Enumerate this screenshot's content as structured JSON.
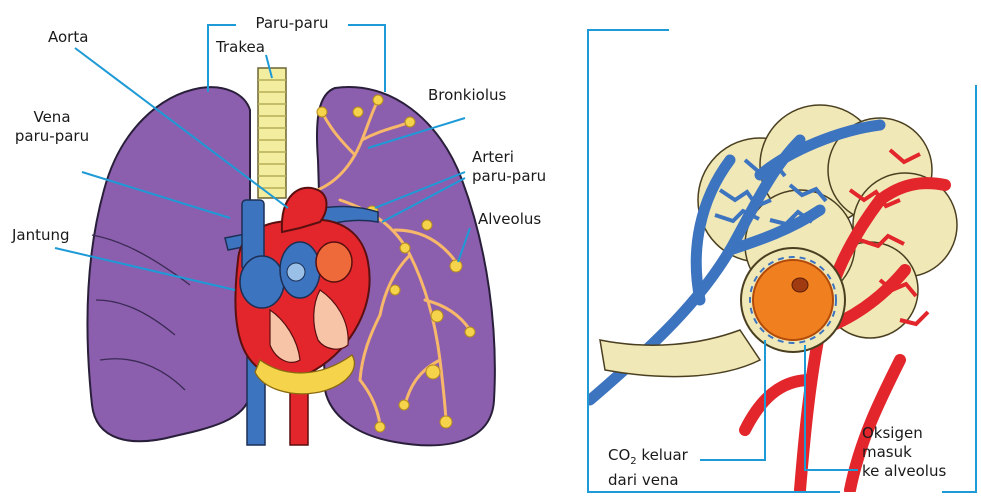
{
  "labels": {
    "paru_paru": "Paru-paru",
    "aorta": "Aorta",
    "trakea": "Trakea",
    "bronkiolus": "Bronkiolus",
    "vena_line1": "Vena",
    "vena_line2": "paru-paru",
    "arteri_line1": "Arteri",
    "arteri_line2": "paru-paru",
    "alveolus": "Alveolus",
    "jantung": "Jantung",
    "co2_prefix": "CO",
    "co2_sub": "2",
    "co2_rest": " keluar",
    "co2_line2": "dari vena",
    "oksigen_line1": "Oksigen",
    "oksigen_line2": "masuk",
    "oksigen_line3": "ke alveolus"
  },
  "colors": {
    "leader_line": "#1e9ad6",
    "lung_fill": "#8b5fae",
    "trachea": "#f3eda0",
    "vein_blue": "#3d74bf",
    "artery_red": "#e2262b",
    "bronchiole_orange": "#f7b86a",
    "alveolus_cream": "#f1e8b8"
  }
}
